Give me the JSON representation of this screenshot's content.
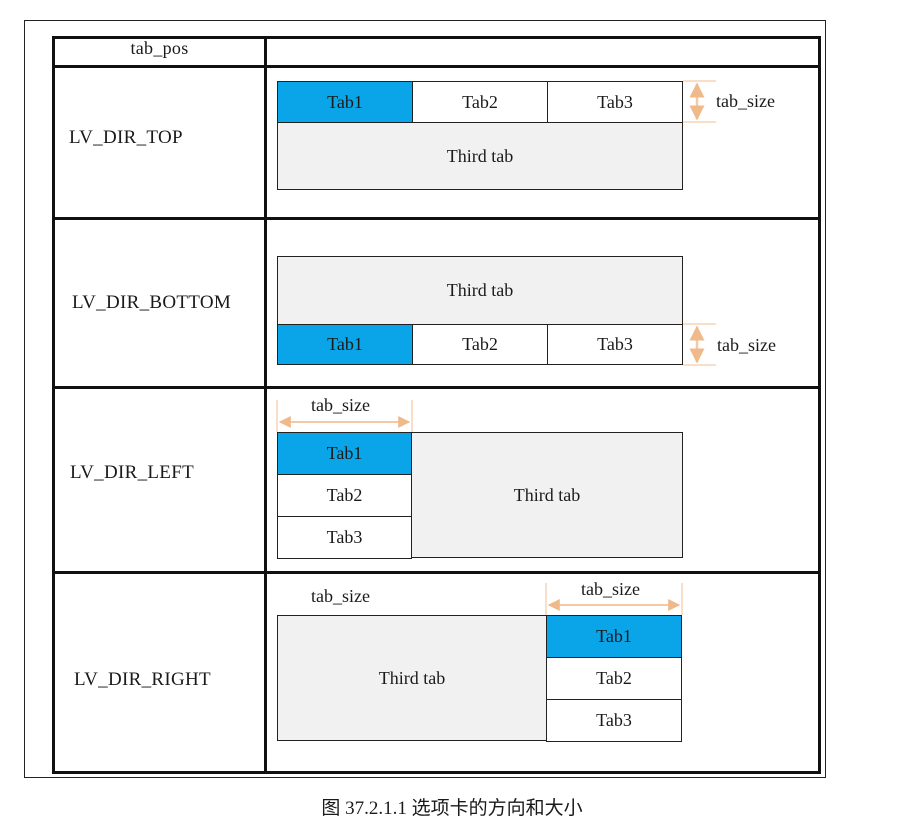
{
  "header": {
    "col1": "tab_pos"
  },
  "rows": [
    {
      "label": "LV_DIR_TOP"
    },
    {
      "label": "LV_DIR_BOTTOM"
    },
    {
      "label": "LV_DIR_LEFT"
    },
    {
      "label": "LV_DIR_RIGHT"
    }
  ],
  "tabs": {
    "tab1": "Tab1",
    "tab2": "Tab2",
    "tab3": "Tab3"
  },
  "content_label": "Third tab",
  "size_label": "tab_size",
  "caption": "图 37.2.1.1 选项卡的方向和大小",
  "colors": {
    "active_tab": "#0aa5e8",
    "content_bg": "#f1f1f1",
    "dimension_arrow": "#f5c9a6"
  }
}
